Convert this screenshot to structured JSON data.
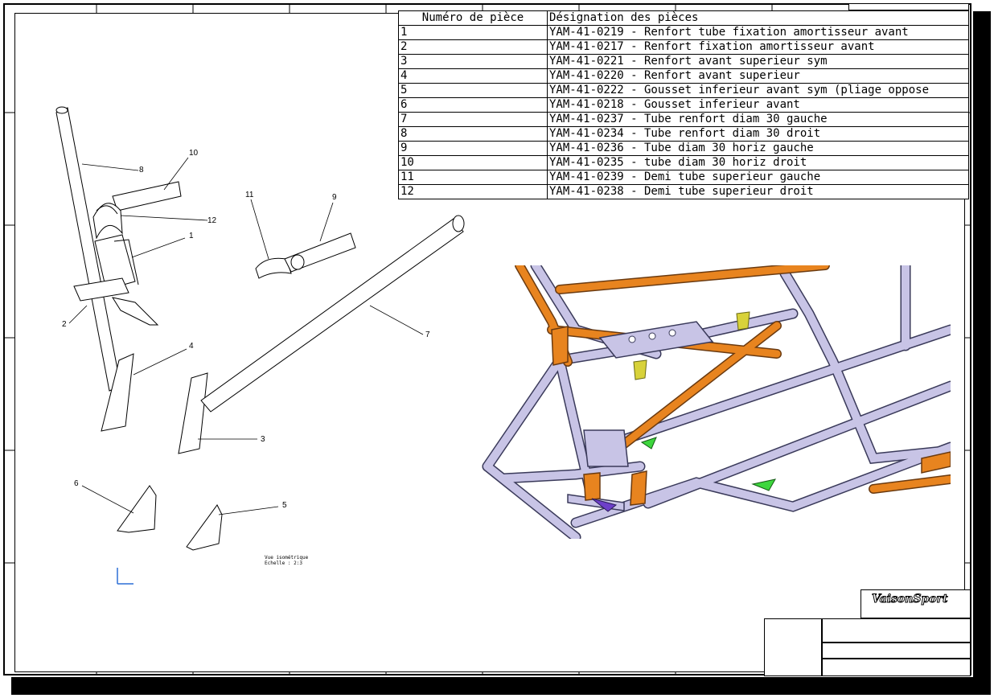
{
  "bom": {
    "header_number": "Numéro de pièce",
    "header_name": "Désignation des pièces",
    "rows": [
      {
        "n": "1",
        "name": "YAM-41-0219 - Renfort tube fixation amortisseur avant"
      },
      {
        "n": "2",
        "name": "YAM-41-0217 - Renfort fixation amortisseur avant"
      },
      {
        "n": "3",
        "name": "YAM-41-0221 - Renfort avant superieur sym"
      },
      {
        "n": "4",
        "name": "YAM-41-0220 - Renfort avant superieur"
      },
      {
        "n": "5",
        "name": "YAM-41-0222 - Gousset inferieur avant sym (pliage oppose"
      },
      {
        "n": "6",
        "name": "YAM-41-0218 - Gousset inferieur avant"
      },
      {
        "n": "7",
        "name": "YAM-41-0237 - Tube renfort diam 30 gauche"
      },
      {
        "n": "8",
        "name": "YAM-41-0234 - Tube renfort diam 30 droit"
      },
      {
        "n": "9",
        "name": "YAM-41-0236 - Tube diam 30 horiz gauche"
      },
      {
        "n": "10",
        "name": "YAM-41-0235 - tube diam 30 horiz droit"
      },
      {
        "n": "11",
        "name": "YAM-41-0239 - Demi tube superieur gauche"
      },
      {
        "n": "12",
        "name": "YAM-41-0238 - Demi tube superieur droit"
      }
    ]
  },
  "view": {
    "line1": "Vue isométrique",
    "line2": "Echelle :  2:3"
  },
  "balloons": [
    "1",
    "2",
    "3",
    "4",
    "5",
    "6",
    "7",
    "8",
    "9",
    "10",
    "11",
    "12"
  ],
  "titleblock": {
    "logo": "VaisonSport"
  },
  "colors": {
    "tube": "#c8c4e6",
    "tube_edge": "#3a3a5a",
    "orange": "#e8841f",
    "green": "#3dd63d",
    "yellow": "#d8d23a",
    "purple": "#6d3fc9"
  }
}
